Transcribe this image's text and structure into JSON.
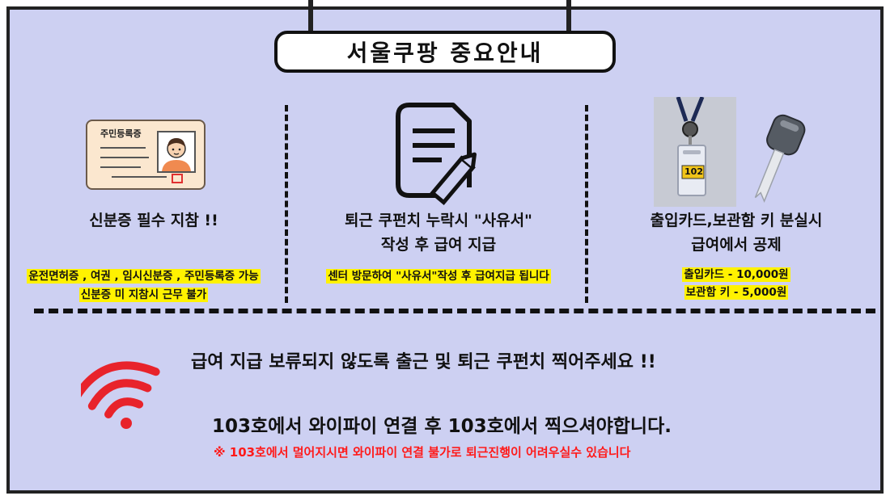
{
  "header": {
    "title": "서울쿠팡 중요안내"
  },
  "id_section": {
    "card_label": "주민등록증",
    "title": "신분증 필수 지참 !!",
    "note_line1": "운전면허증 , 여권 , 임시신분증 , 주민등록증 가능",
    "note_line2": "신분증 미 지참시 근무 불가"
  },
  "checkout_section": {
    "title_line1": "퇴근 쿠펀치 누락시 \"사유서\"",
    "title_line2": "작성 후 급여 지급",
    "note": "센터 방문하여 \"사유서\"작성 후 급여지급 됩니다"
  },
  "lost_section": {
    "tag_number": "102",
    "title_line1": "출입카드,보관함 키 분실시",
    "title_line2": "급여에서 공제",
    "fee_line1": "출입카드 - 10,000원",
    "fee_line2": "보관함 키 - 5,000원"
  },
  "bottom": {
    "message1": "급여 지급 보류되지 않도록 출근 및 퇴근 쿠펀치  찍어주세요 !!",
    "message2": "103호에서 와이파이 연결 후 103호에서 찍으셔야합니다.",
    "warning": "※ 103호에서 멀어지시면 와이파이 연결 불가로 퇴근진행이 어려우실수 있습니다"
  },
  "colors": {
    "background": "#cdd0f2",
    "highlight": "#fff200",
    "warning": "#ff1a1a",
    "wifi": "#e8232b"
  },
  "icons": [
    "id-card-icon",
    "document-pen-icon",
    "keycard-photo",
    "key-icon",
    "wifi-icon"
  ]
}
